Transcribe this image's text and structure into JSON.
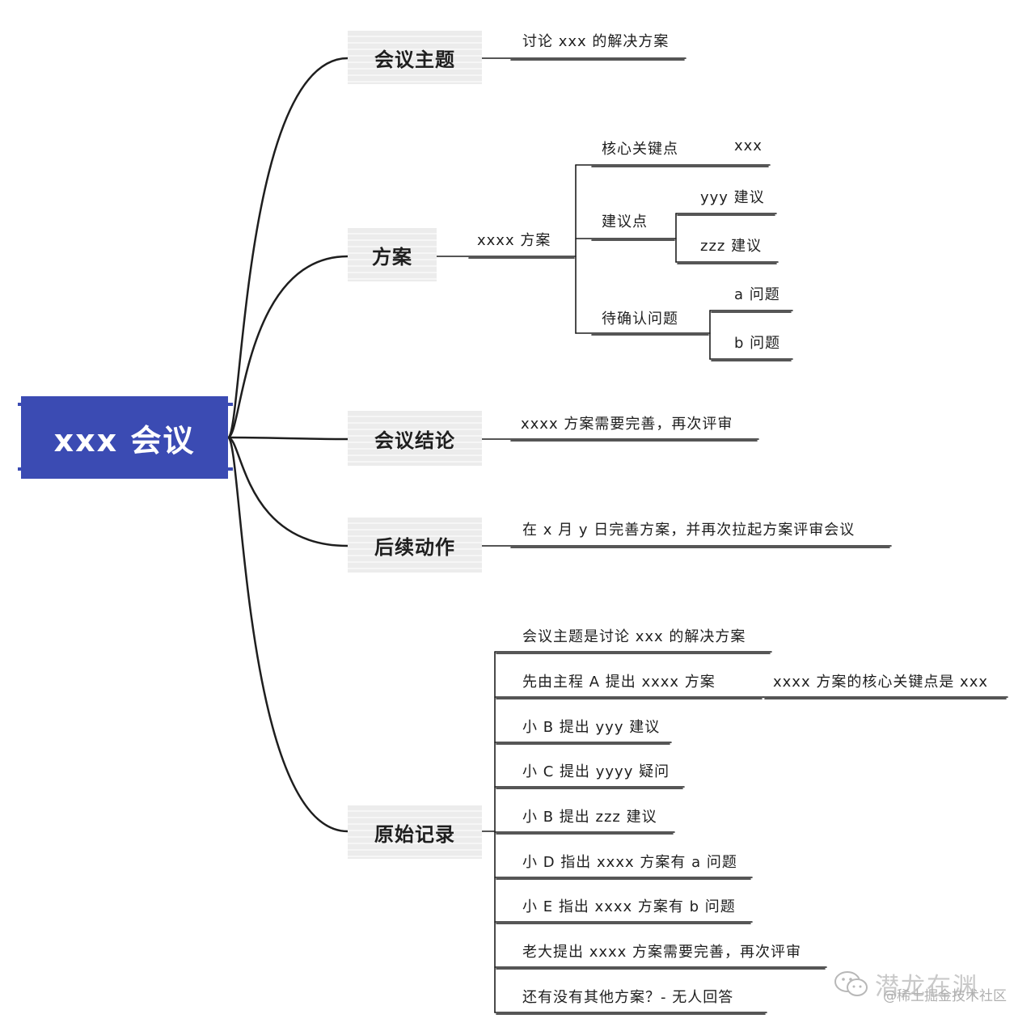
{
  "root": {
    "label": "xxx 会议"
  },
  "branches": {
    "topic": {
      "label": "会议主题",
      "detail": "讨论 xxx 的解决方案"
    },
    "plan": {
      "label": "方案",
      "scheme": "xxxx 方案",
      "key_point": {
        "label": "核心关键点",
        "value": "xxx"
      },
      "suggestions": {
        "label": "建议点",
        "items": [
          "yyy 建议",
          "zzz 建议"
        ]
      },
      "pending": {
        "label": "待确认问题",
        "items": [
          "a 问题",
          "b 问题"
        ]
      }
    },
    "conclusion": {
      "label": "会议结论",
      "detail": "xxxx 方案需要完善，再次评审"
    },
    "followup": {
      "label": "后续动作",
      "detail": "在 x 月 y 日完善方案，并再次拉起方案评审会议"
    },
    "record": {
      "label": "原始记录",
      "items": [
        "会议主题是讨论 xxx 的解决方案",
        "先由主程 A 提出 xxxx 方案",
        "小 B 提出 yyy 建议",
        "小 C 提出 yyyy 疑问",
        "小 B 提出 zzz 建议",
        "小 D 指出 xxxx 方案有 a 问题",
        "小 E 指出 xxxx 方案有 b 问题",
        "老大提出 xxxx 方案需要完善，再次评审",
        "还有没有其他方案？- 无人回答"
      ],
      "sub_detail": "xxxx 方案的核心关键点是 xxx"
    }
  },
  "watermark": {
    "name": "潜龙在渊",
    "sub": "@稀土掘金技术社区",
    "icon": "wechat-icon"
  },
  "colors": {
    "root_fill": "#3b4bb3",
    "branch_fill": "#ececec",
    "line": "#1e1e1e"
  }
}
